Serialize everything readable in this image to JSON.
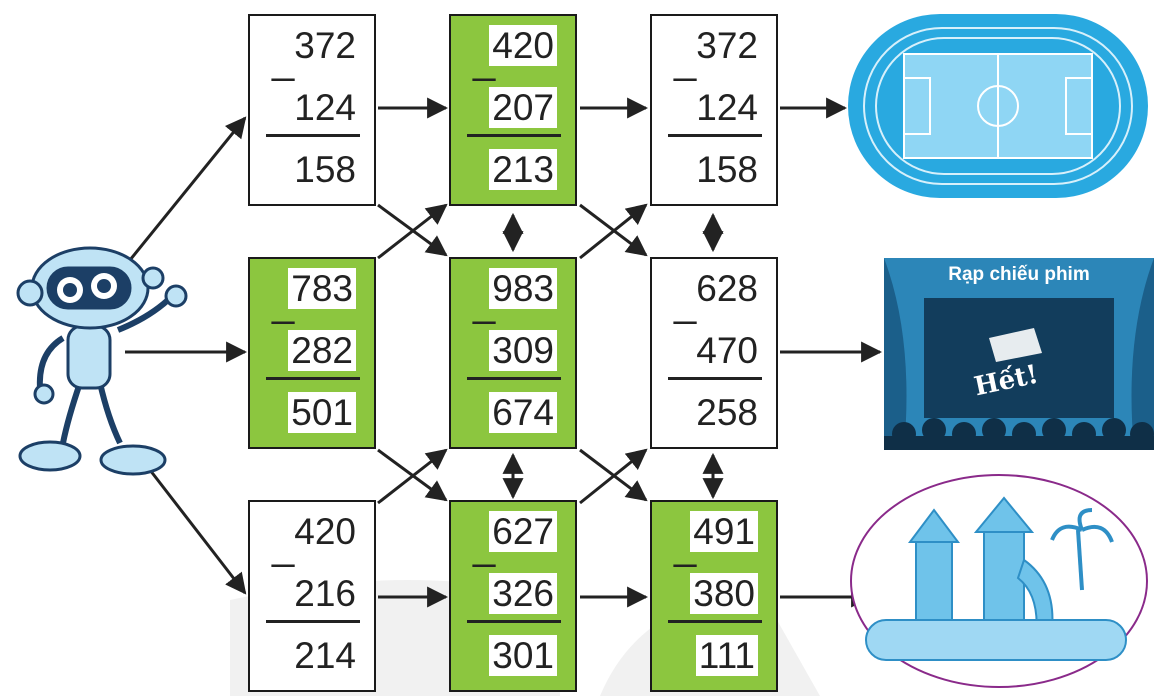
{
  "boxes": [
    {
      "id": "r1c1",
      "minuend": "372",
      "subtrahend": "124",
      "result": "158",
      "highlighted": false
    },
    {
      "id": "r1c2",
      "minuend": "420",
      "subtrahend": "207",
      "result": "213",
      "highlighted": true
    },
    {
      "id": "r1c3",
      "minuend": "372",
      "subtrahend": "124",
      "result": "158",
      "highlighted": false
    },
    {
      "id": "r2c1",
      "minuend": "783",
      "subtrahend": "282",
      "result": "501",
      "highlighted": true
    },
    {
      "id": "r2c2",
      "minuend": "983",
      "subtrahend": "309",
      "result": "674",
      "highlighted": true
    },
    {
      "id": "r2c3",
      "minuend": "628",
      "subtrahend": "470",
      "result": "258",
      "highlighted": false
    },
    {
      "id": "r3c1",
      "minuend": "420",
      "subtrahend": "216",
      "result": "214",
      "highlighted": false
    },
    {
      "id": "r3c2",
      "minuend": "627",
      "subtrahend": "326",
      "result": "301",
      "highlighted": true
    },
    {
      "id": "r3c3",
      "minuend": "491",
      "subtrahend": "380",
      "result": "111",
      "highlighted": true
    }
  ],
  "operator": "_",
  "destinations": {
    "cinema": {
      "title": "Rạp chiếu phim",
      "sign": "Hết!"
    }
  },
  "colors": {
    "highlight": "#8cc63f",
    "stadium": "#29a9e0",
    "cinema_bg": "#1a6a9a",
    "waterpark": "#6fc3ea",
    "ellipse": "#8a2a8a"
  },
  "icons": {
    "character": "robot-character-icon",
    "stadium": "stadium-icon",
    "cinema": "cinema-icon",
    "waterpark": "waterpark-icon"
  }
}
